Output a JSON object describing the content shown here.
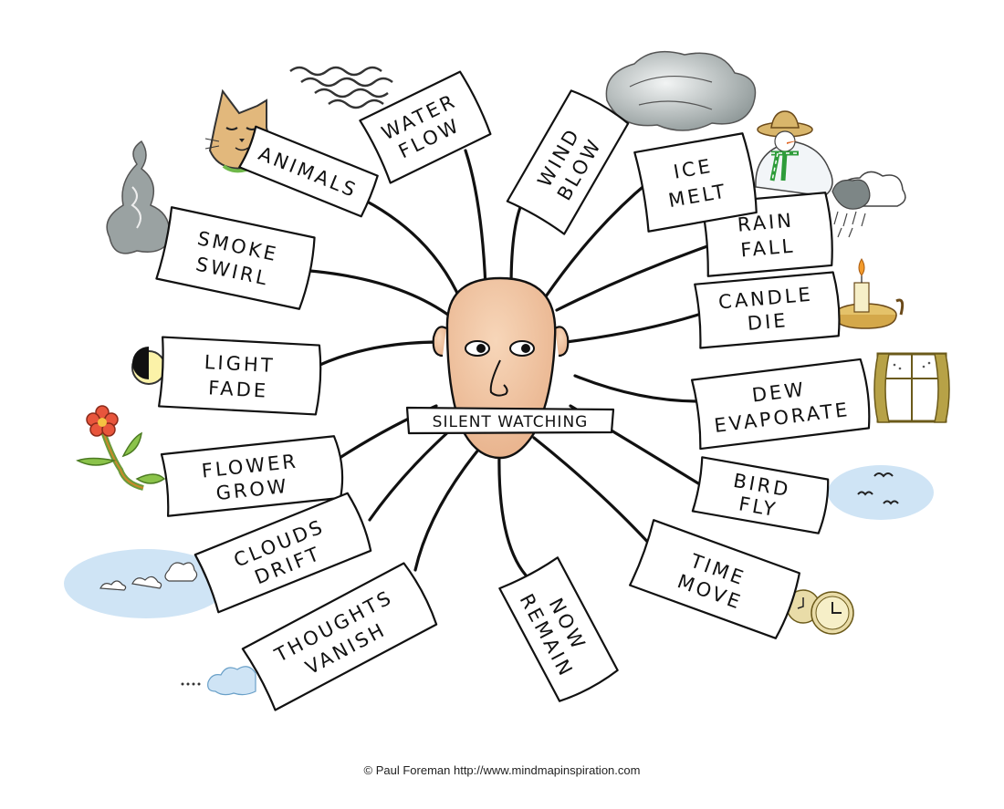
{
  "center": {
    "label": "SILENT WATCHING"
  },
  "branches": [
    {
      "id": "water-flow",
      "lines": [
        "WATER",
        "FLOW"
      ]
    },
    {
      "id": "animals",
      "lines": [
        "ANIMALS"
      ]
    },
    {
      "id": "smoke-swirl",
      "lines": [
        "SMOKE",
        "SWIRL"
      ]
    },
    {
      "id": "light-fade",
      "lines": [
        "LIGHT",
        "FADE"
      ]
    },
    {
      "id": "flower-grow",
      "lines": [
        "FLOWER",
        "GROW"
      ]
    },
    {
      "id": "clouds-drift",
      "lines": [
        "CLOUDS",
        "DRIFT"
      ]
    },
    {
      "id": "thoughts-vanish",
      "lines": [
        "THOUGHTS",
        "VANISH"
      ]
    },
    {
      "id": "now-remain",
      "lines": [
        "NOW",
        "REMAIN"
      ]
    },
    {
      "id": "time-move",
      "lines": [
        "TIME",
        "MOVE"
      ]
    },
    {
      "id": "bird-fly",
      "lines": [
        "BIRD",
        "FLY"
      ]
    },
    {
      "id": "dew-evaporate",
      "lines": [
        "DEW",
        "EVAPORATE"
      ]
    },
    {
      "id": "candle-die",
      "lines": [
        "CANDLE",
        "DIE"
      ]
    },
    {
      "id": "rain-fall",
      "lines": [
        "RAIN",
        "FALL"
      ]
    },
    {
      "id": "ice-melt",
      "lines": [
        "ICE",
        "MELT"
      ]
    },
    {
      "id": "wind-blow",
      "lines": [
        "WIND",
        "BLOW"
      ]
    }
  ],
  "footer": {
    "credit": "© Paul Foreman http://www.mindmapinspiration.com"
  },
  "colors": {
    "skin": "#f3c9a6",
    "ink": "#111111",
    "sky": "#cfe4f5"
  }
}
